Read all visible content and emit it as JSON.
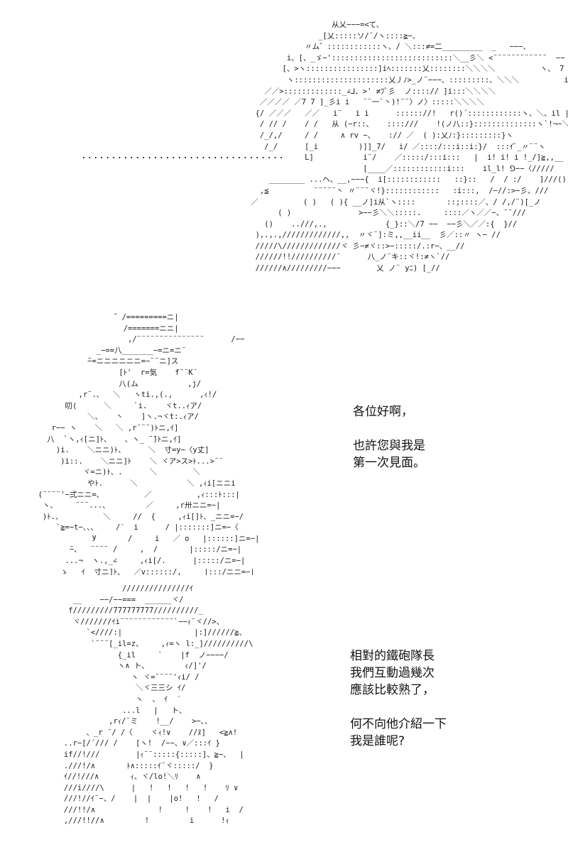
{
  "panel1": {
    "ellipsis": "..................................",
    "art": "                      从乂−−−=<て、\n                   _[乂:::::ソ/¨/ヽ::::≧−、\n                〃ム゛::::::::::::ヽ、/ ＼:::≠=二_________  _   −−−、\n            i、[、_ゞ−':::::::::::::::::::::::::::＼__彡＼ <¨¨¨¨¨¨¨¨¨¨¨¨  −−  −−−−'\n           [、>ヽ::::::::::::::::]iﾍ:::::::乂::::::::＼＼＼＼          ヽ、 7\n            ヽ:::::::::::::::::::::乂丿ﾉ>_ノ¨−−−、:::::::::、＼＼＼          i/\n       ／／>:::::::::::::_∠⅃、>' ≠ﾌﾞ彡  ノ::::// ]i:::＼＼＼＼\n      ／／／／ ／7 7 ]_彡i i   ¨¨一`丶)!¨¨〉ノ〉:::::＼＼＼＼\n     {/ ／／／   ／／   i¨   i i      :::::://!   r()´::::::::::::ヽ、＼、il |\n      / // /    / /   从 (−r::、   ::::///    !(ノ八::}::::::::::::::ヽ`!¬−＼]\n      /_/,/     / /     ∧ rv −、   :// ／  ( ):乂ﾉ:}:::::::::}ヽ\n       /_/      [_i         )]]_7/   i/ ／::::/:::i::i:}/  :::ｲﾞ_〃¨¨ヽ\n                L]           i¨/    ／:::::/:::i:::   |  i! i! i !_/]≧,,__\n                             [____／::::::::::::i:::    il_l! ⅁−−〈/////\n        ________ ...ヘ、__,−−−{  i[::::::::::::   ::}::   /  / :/    ]///()\n      ,≦          ¨¨¨¨¨丶 〃¨¨¨ヾ!}::::::::::::   :i:::,  /−//:>−彡、///\n    ／          ( )   ( ){ __ノ]i从`ヽ::::       ::;::::／、/ /,/¨)[_ノ\n          ( )               >−−彡＼＼:::::.     ::::／ヽ／／−、¨¨///\n       ()    ..///,.,             {_}::＼/7 −−  −−彡＼／／:{  }//\n     ),.,.,/////////////,,  〃ヾ¨]:ミ,,__ii__  彡／::〃 ヽ− //\n     /////\\/////////////ヾ 彡−≠ヾ::>−:::::/.:r−、__//\n     //////!!//////////¨      八_ノ¨キ::ヾ!:≠ヽ`//\n     //////∧/////////−−−        乂 ノ¨ yﾆ) [_//"
  },
  "panel2": {
    "art": "                      ゛/=========ニ|\n                        /=======ニニ|\n                         ,/¨¨¨¨¨¨¨¨¨¨¨¨¨¨¨      /−−\n                  _−==八_______−=ニ=ニ¨\n                ̄−=ニニニニニニ=−¨¨ニ]ス\n                       [ﾄ'  r=気    f¨¨K´\n                       八(ム           ,j/\n              ,r¨.、  ＼   ヽti.,(.,      ,ｨ!/\n           叨(      ＼     `i.    ヾt..ｨア/\n                ＼、   丶    ]ヽ.¬ヾt:.ｨア/\n        r−− ヽ    ＼   ＼ ,r¨¨¨)ﾄニ,ｲ]\n       八  `ヽ,ｨ[ニ]ﾄ、   、ヽ_ ̄ ̄)ﾄニ,ｲ]\n         )i.    ＼ニニ)ﾄ、     ＼  寸=y−〈y丈]\n          )i::.    ＼ニニ]ﾄ    ＼ ヾア>ス>ﾄ...>¨¨\n               ヾ=ニ)ﾄ、.      ＼        ＼\n                やﾄ.      ＼           ＼ ,ｨi[ニニi\n     (¨¨¨¨'−弍ニニ=、         ／          ,ｨ:::ﾄ:::|\n      ヽ、    ¨¨¨...、        ／     ,r卅ニニ=−|\n      )ﾄ.、         ＼     //  {     ,ｨi[]ﾄ、_ニニ=−/\n         `≧=−t−、、、    /′  i      / |:::::::]ニ=−〈\n                 У       /     i   ／ o   |::::::]ニ=−|\n            ̄−、  ¨¨¨¨ /     ,  /       |:::::/ニ=−|\n           ...¬  ヽ.,_∠     ,ｨi[/.      |:::::/ニ=−|\n          ゝ___ｲ  寸ニ]ﾄ、  ／v::::::/,     |:::/ニニ=−|"
  },
  "panel3": {
    "art": "                   ///////////////ｲ\n        __    −−/−−===  ______ヾ/\n       f/////////777777777//////////_\n        ヾ///////ｲi¨¨¨¨¨¨¨¨¨¨¨¨`−−ｨ¨ヾ//>、\n           `<////:|                |:]//////≧、\n            `¨¨¨[_il=z、    ,ｨ=ヽ l:_]//////////\\\n                  {_il     `    |f  ノ−−−−/\n                  ヽ∧ ト、        ｨ/]'/\n                     ヽ ヾ=¨¨¨¨'ｨi/ /\n                      ＼ヾ三三シ ｲ/\n                      ヽ  、 ｲ  ′\n                   ...l   |   ト、\n                ,rｨ/¨ミ    !__/    >−、、\n           、_r ¨/ /〈    ヾｨ!∨    //ﾇ]   <≧∧!\n      ..r−[/´/// /    [ヽ!  /−−、∨／:::ｲ }\n      if//!///        |ｨ¨¨:::::{:::::]、≧−、  |\n      .///!/∧       ﾄ∧:::::ｲ¨ヾ:::::/  }\n      ｲ//!///∧       ｨ、ヾ/lo!＼ﾘ    ∧\n      ///i////\\      |   !   !   !   !    ﾘ ∨\n      ///!//ｲ¨−、/    |  |    |o!   !   /\n      ///!!/∧              !     !    !   i  /\n      ,///!!//∧         !         i      !ｨ"
  },
  "dialogue2": {
    "line1": "各位好啊，",
    "line2": "也許您與我是",
    "line3": "第一次見面。"
  },
  "dialogue3": {
    "line1": "相對的鐵砲隊長",
    "line2": "我們互動過幾次",
    "line3": "應該比較熟了，",
    "line4": "何不向他介紹一下",
    "line5": "我是誰呢?"
  }
}
